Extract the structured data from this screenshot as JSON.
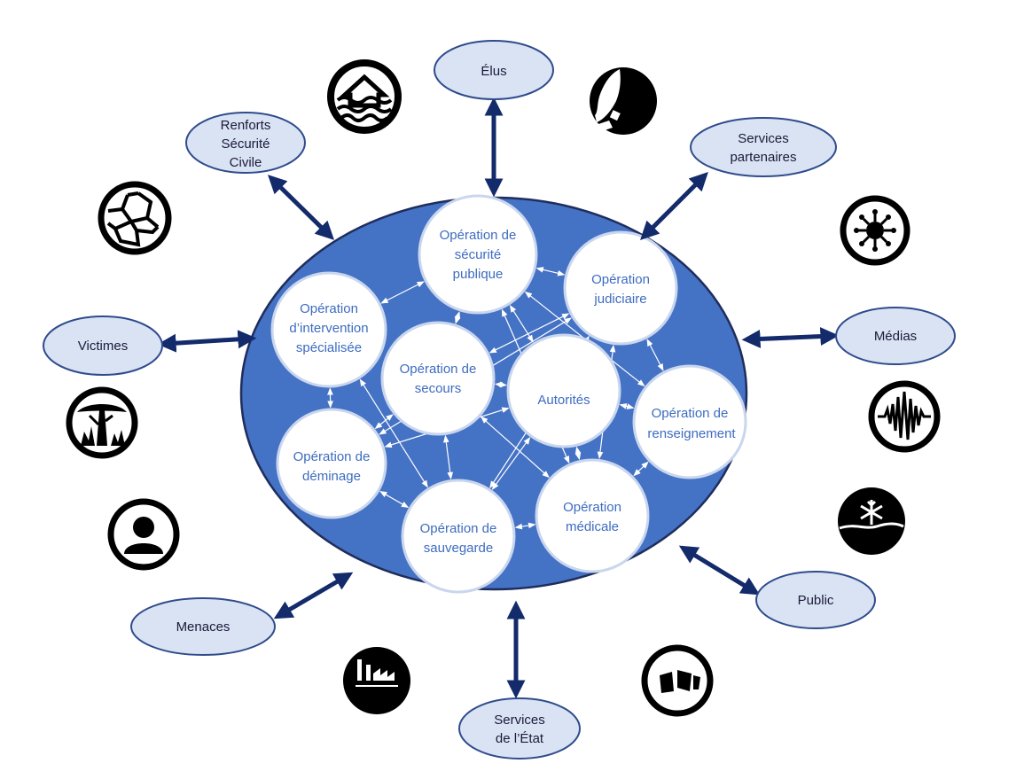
{
  "external_actors": [
    {
      "id": "elus",
      "lines": [
        "Élus"
      ]
    },
    {
      "id": "services_partenaires",
      "lines": [
        "Services",
        "partenaires"
      ]
    },
    {
      "id": "medias",
      "lines": [
        "Médias"
      ]
    },
    {
      "id": "public",
      "lines": [
        "Public"
      ]
    },
    {
      "id": "services_etat",
      "lines": [
        "Services",
        "de l’État"
      ]
    },
    {
      "id": "menaces",
      "lines": [
        "Menaces"
      ]
    },
    {
      "id": "victimes",
      "lines": [
        "Victimes"
      ]
    },
    {
      "id": "renforts",
      "lines": [
        "Renforts",
        "Sécurité",
        "Civile"
      ]
    }
  ],
  "operations": [
    {
      "id": "securite_publique",
      "lines": [
        "Opération de",
        "sécurité",
        "publique"
      ]
    },
    {
      "id": "judiciaire",
      "lines": [
        "Opération",
        "judiciaire"
      ]
    },
    {
      "id": "intervention",
      "lines": [
        "Opération",
        "d’intervention",
        "spécialisée"
      ]
    },
    {
      "id": "secours",
      "lines": [
        "Opération de",
        "secours"
      ]
    },
    {
      "id": "autorites",
      "lines": [
        "Autorités"
      ]
    },
    {
      "id": "renseignement",
      "lines": [
        "Opération de",
        "renseignement"
      ]
    },
    {
      "id": "deminage",
      "lines": [
        "Opération de",
        "déminage"
      ]
    },
    {
      "id": "sauvegarde",
      "lines": [
        "Opération de",
        "sauvegarde"
      ]
    },
    {
      "id": "medicale",
      "lines": [
        "Opération",
        "médicale"
      ]
    }
  ],
  "links": [
    [
      "securite_publique",
      "judiciaire"
    ],
    [
      "securite_publique",
      "intervention"
    ],
    [
      "securite_publique",
      "secours"
    ],
    [
      "securite_publique",
      "autorites"
    ],
    [
      "securite_publique",
      "renseignement"
    ],
    [
      "securite_publique",
      "medicale"
    ],
    [
      "judiciaire",
      "secours"
    ],
    [
      "judiciaire",
      "renseignement"
    ],
    [
      "judiciaire",
      "medicale"
    ],
    [
      "judiciaire",
      "deminage"
    ],
    [
      "intervention",
      "deminage"
    ],
    [
      "intervention",
      "sauvegarde"
    ],
    [
      "secours",
      "deminage"
    ],
    [
      "secours",
      "sauvegarde"
    ],
    [
      "secours",
      "autorites"
    ],
    [
      "secours",
      "medicale"
    ],
    [
      "autorites",
      "deminage"
    ],
    [
      "autorites",
      "sauvegarde"
    ],
    [
      "autorites",
      "medicale"
    ],
    [
      "autorites",
      "renseignement"
    ],
    [
      "deminage",
      "sauvegarde"
    ],
    [
      "sauvegarde",
      "medicale"
    ],
    [
      "sauvegarde",
      "judiciaire"
    ],
    [
      "medicale",
      "renseignement"
    ]
  ],
  "hazard_icons": [
    {
      "id": "flood",
      "name": "flood-icon"
    },
    {
      "id": "landslide",
      "name": "landslide-icon"
    },
    {
      "id": "drought",
      "name": "drought-icon"
    },
    {
      "id": "virus",
      "name": "virus-icon"
    },
    {
      "id": "wildfire",
      "name": "wildfire-icon"
    },
    {
      "id": "seismic",
      "name": "seismic-icon"
    },
    {
      "id": "person",
      "name": "person-icon"
    },
    {
      "id": "snow",
      "name": "snow-icon"
    },
    {
      "id": "industrial",
      "name": "industrial-icon"
    },
    {
      "id": "collapse",
      "name": "collapse-icon"
    }
  ],
  "colors": {
    "center_fill": "#4472c4",
    "center_stroke": "#1f2d5c",
    "external_fill": "#dae3f3",
    "external_stroke": "#2f4b8c",
    "external_arrow": "#132a6b",
    "op_fill": "#ffffff",
    "op_stroke": "#c9d6ee",
    "op_text": "#3d6cc0",
    "inner_arrow": "#ffffff"
  }
}
